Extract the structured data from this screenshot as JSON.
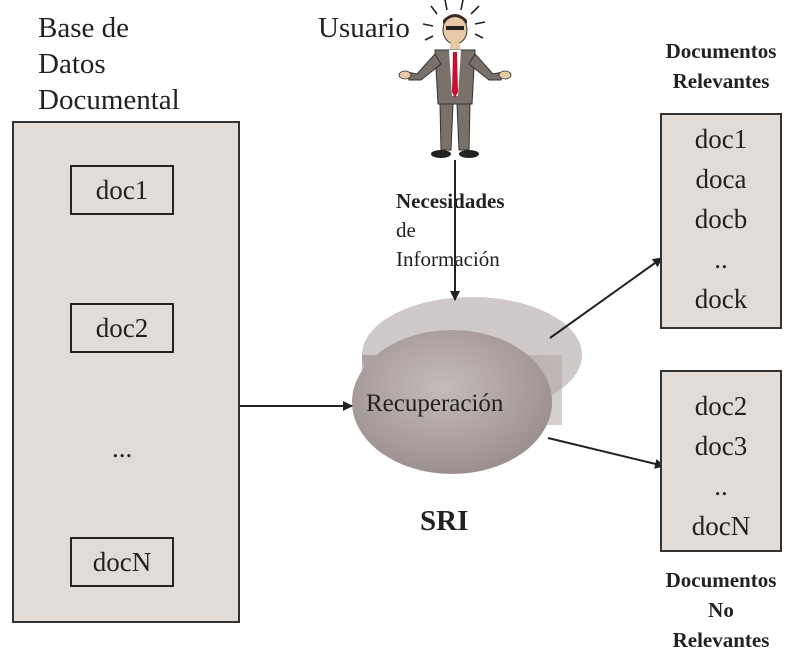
{
  "database": {
    "title": "Base de\nDatos\nDocumental",
    "docs": [
      "doc1",
      "doc2",
      "docN"
    ],
    "ellipsis": "..."
  },
  "user": {
    "label": "Usuario",
    "need_line1": "Necesidades",
    "need_line2": "de\nInformación"
  },
  "process": {
    "label": "Recuperación",
    "system": "SRI",
    "cylinder_color": "#a99c9c"
  },
  "relevant": {
    "heading": "Documentos\nRelevantes",
    "items": [
      "doc1",
      "doca",
      "docb",
      "..",
      "dock"
    ]
  },
  "not_relevant": {
    "heading": "Documentos\nNo\nRelevantes",
    "items": [
      "doc2",
      "doc3",
      "..",
      "docN"
    ]
  },
  "icons": [
    "businessman-confused-icon"
  ]
}
